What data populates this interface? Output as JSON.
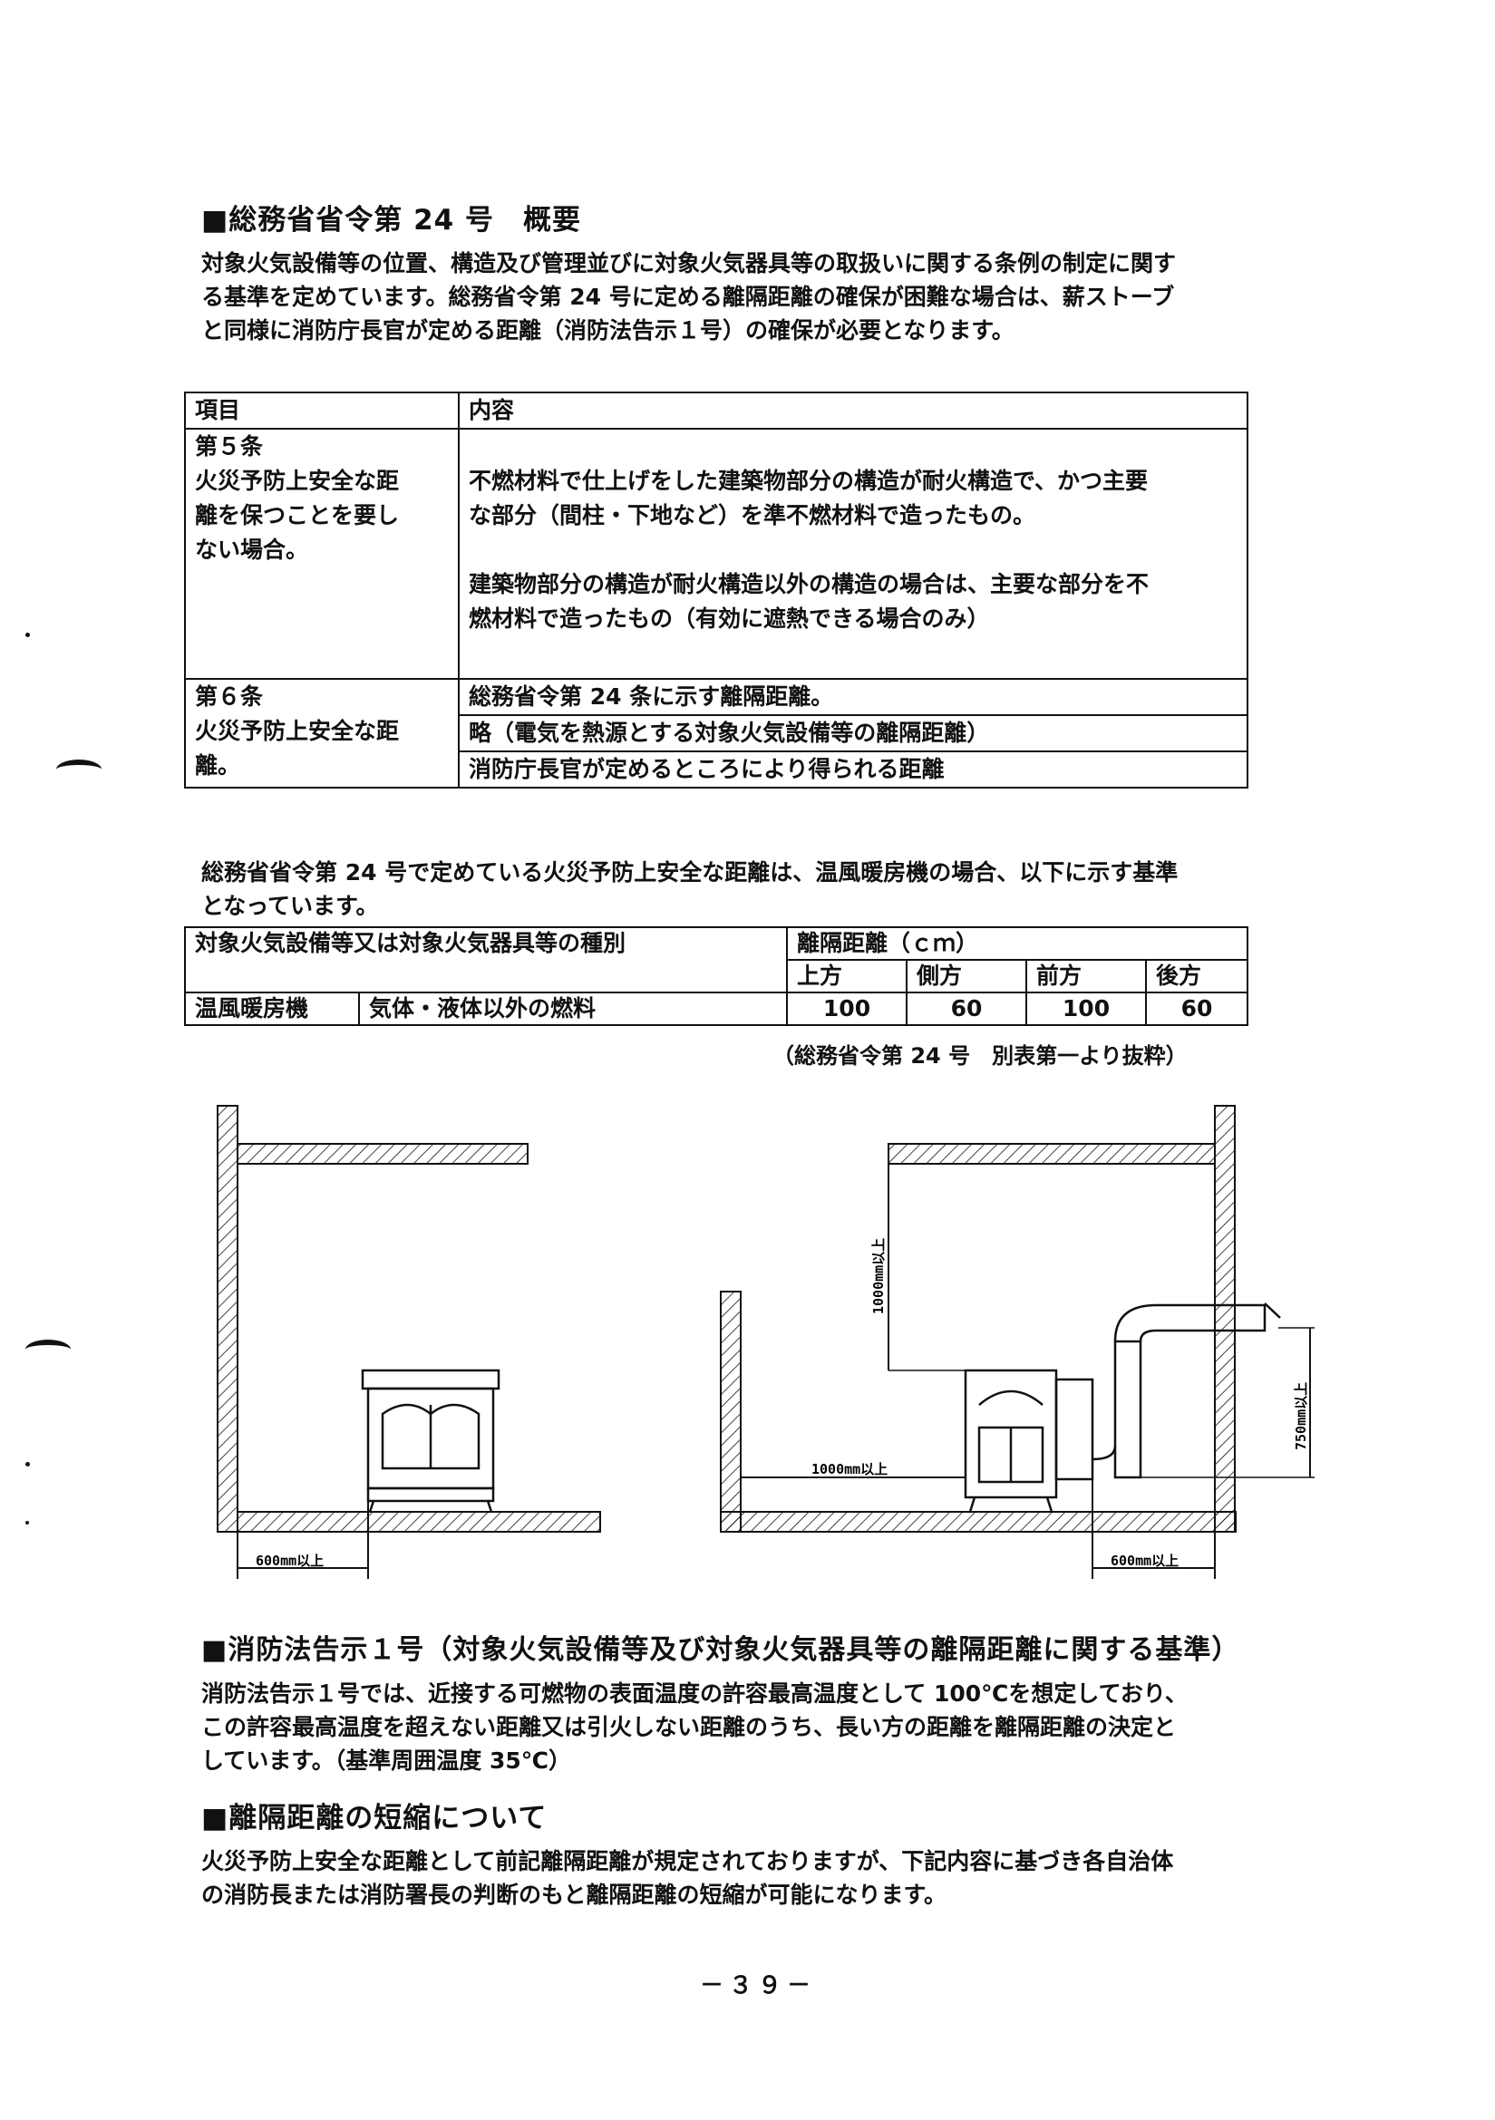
{
  "section1": {
    "heading": "■総務省省令第 24 号　概要",
    "para_lines": [
      "対象火気設備等の位置、構造及び管理並びに対象火気器具等の取扱いに関する条例の制定に関す",
      "る基準を定めています。総務省令第 24 号に定める離隔距離の確保が困難な場合は、薪ストーブ",
      "と同様に消防庁長官が定める距離（消防法告示１号）の確保が必要となります。"
    ]
  },
  "table1": {
    "header_item": "項目",
    "header_content": "内容",
    "art5_lines": [
      "第５条",
      "火災予防上安全な距",
      "離を保つことを要し",
      "ない場合。"
    ],
    "art5_content_a": [
      "不燃材料で仕上げをした建築物部分の構造が耐火構造で、かつ主要",
      "な部分（間柱・下地など）を準不燃材料で造ったもの。"
    ],
    "art5_content_b": [
      "建築物部分の構造が耐火構造以外の構造の場合は、主要な部分を不",
      "燃材料で造ったもの（有効に遮熱できる場合のみ）"
    ],
    "art6_lines": [
      "第６条",
      "火災予防上安全な距",
      "離。"
    ],
    "art6_rows": [
      "総務省令第 24 条に示す離隔距離。",
      "略（電気を熱源とする対象火気設備等の離隔距離）",
      "消防庁長官が定めるところにより得られる距離"
    ]
  },
  "section2": {
    "para_lines": [
      "総務省省令第 24 号で定めている火災予防上安全な距離は、温風暖房機の場合、以下に示す基準",
      "となっています。"
    ]
  },
  "table2": {
    "type_header": "対象火気設備等又は対象火気器具等の種別",
    "distance_header": "離隔距離（ｃｍ）",
    "directions": [
      "上方",
      "側方",
      "前方",
      "後方"
    ],
    "equipment": "温風暖房機",
    "fuel": "気体・液体以外の燃料",
    "values": [
      "100",
      "60",
      "100",
      "60"
    ]
  },
  "table2_note": "（総務省令第 24 号　別表第一より抜粋）",
  "figure": {
    "left_dim": "600mm以上",
    "right_top_dim": "1000mm以上",
    "right_side_dim": "1000mm以上",
    "right_flue_dim": "750mm以上",
    "right_floor_dim": "600mm以上"
  },
  "section3": {
    "heading": "■消防法告示１号（対象火気設備等及び対象火気器具等の離隔距離に関する基準）",
    "para_lines": [
      "消防法告示１号では、近接する可燃物の表面温度の許容最高温度として 100℃を想定しており、",
      "この許容最高温度を超えない距離又は引火しない距離のうち、長い方の距離を離隔距離の決定と",
      "しています。（基準周囲温度 35℃）"
    ]
  },
  "section4": {
    "heading": "■離隔距離の短縮について",
    "para_lines": [
      "火災予防上安全な距離として前記離隔距離が規定されておりますが、下記内容に基づき各自治体",
      "の消防長または消防署長の判断のもと離隔距離の短縮が可能になります。"
    ]
  },
  "page_number": "－３９－"
}
